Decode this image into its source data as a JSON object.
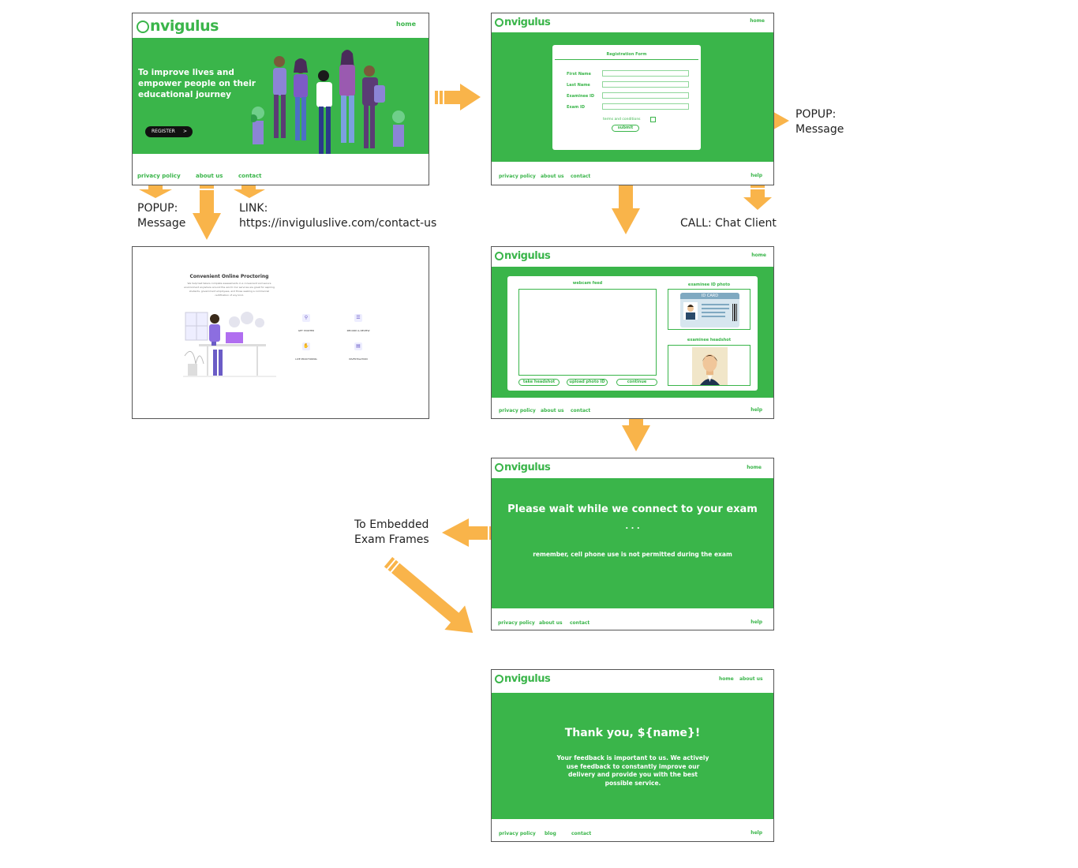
{
  "brand": {
    "logo_text": "nvigulus",
    "green": "#3ab54a",
    "arrow": "#f9b44a"
  },
  "landing": {
    "home": "home",
    "tagline": "To improve lives and empower people on their educational journey",
    "register": "REGISTER",
    "register_chevron": ">",
    "footer": {
      "privacy": "privacy policy",
      "about": "about us",
      "contact": "contact"
    }
  },
  "about_page": {
    "title": "Convenient Online Proctoring",
    "body": "We help test takers complete assessments in a convenient and secure environment anywhere around the world. Our services are great for aspiring students, government employees, and those seeking a commercial certification of any kind.",
    "services": [
      "GET STARTED",
      "RECORD & REVIEW",
      "LIVE PROCTORING",
      "INVESTIGATION"
    ]
  },
  "registration": {
    "home": "home",
    "form_title": "Registration Form",
    "fields": [
      "First Name",
      "Last Name",
      "Examinee ID",
      "Exam ID"
    ],
    "terms": "terms and conditions",
    "submit": "submit",
    "footer": {
      "privacy": "privacy policy",
      "about": "about us",
      "contact": "contact",
      "help": "help"
    }
  },
  "verification": {
    "home": "home",
    "webcam": "webcam feed",
    "id_photo": "examinee ID photo",
    "id_card": "ID CARD",
    "headshot": "examinee headshot",
    "take_headshot": "take headshot",
    "upload_id": "upload photo ID",
    "continue": "continue",
    "footer": {
      "privacy": "privacy policy",
      "about": "about us",
      "contact": "contact",
      "help": "help"
    }
  },
  "waiting": {
    "home": "home",
    "title": "Please wait while we connect to your exam",
    "dots": ". . .",
    "reminder": "remember, cell phone use is not permitted during the exam",
    "footer": {
      "privacy": "privacy policy",
      "about": "about us",
      "contact": "contact",
      "help": "help"
    }
  },
  "thanks": {
    "home": "home",
    "about": "about us",
    "title": "Thank you, ${name}!",
    "body": "Your feedback is important to us. We actively use feedback to constantly improve our delivery and provide you with the best possible service.",
    "footer": {
      "privacy": "privacy policy",
      "blog": "blog",
      "contact": "contact",
      "help": "help"
    }
  },
  "annotations": {
    "privacy_popup": [
      "POPUP:",
      "Message"
    ],
    "contact_link": [
      "LINK:",
      "https://inviguluslive.com/contact-us"
    ],
    "submit_popup": [
      "POPUP:",
      "Message"
    ],
    "help_call": "CALL: Chat Client",
    "embedded": [
      "To Embedded",
      "Exam Frames"
    ]
  }
}
